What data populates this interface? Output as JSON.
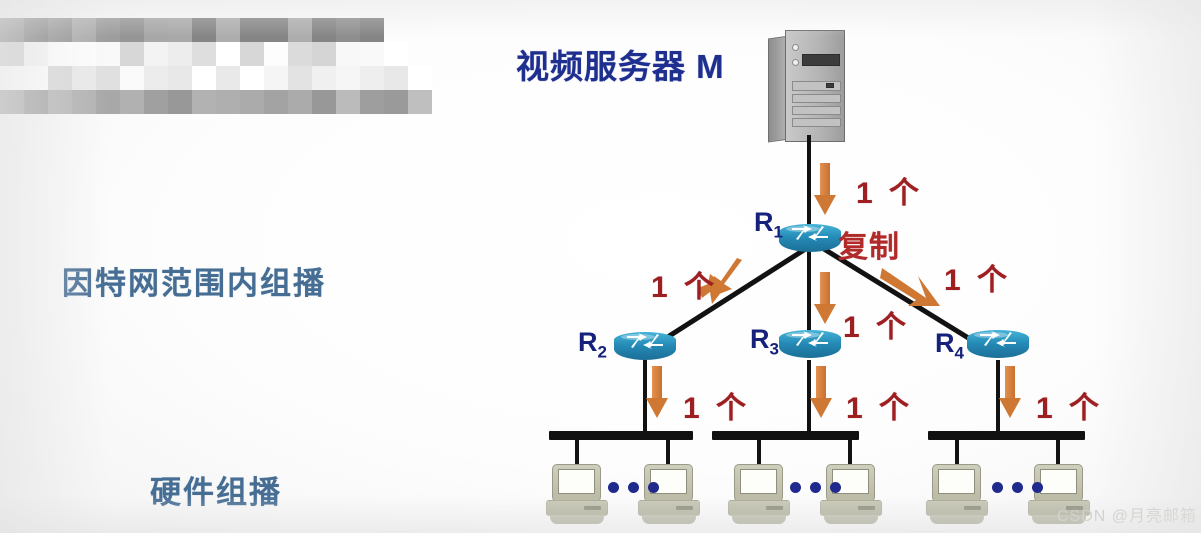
{
  "page": {
    "background_color": "#fdfdfd",
    "watermark": "CSDN @月亮邮箱"
  },
  "headings": {
    "video_server_title": "视频服务器 M",
    "internet_scope_label": "因特网范围内组播",
    "hardware_multicast_label": "硬件组播"
  },
  "colors": {
    "title_blue": "#1f2f8f",
    "side_label_blue": "#466d94",
    "router_label_blue": "#15217a",
    "annotation_red": "#9d1f22",
    "copy_label_red": "#b02a2a",
    "flow_arrow_orange": "#cf7833",
    "wire_black": "#121212",
    "router_blue": "#2a95c4",
    "pc_beige": "#c8c8b6",
    "dot_blue": "#1f2a8c",
    "watermark_gray": "#c9c9c2"
  },
  "nodes": {
    "server": {
      "name": "视频服务器 M",
      "icon": "server-tower-icon"
    },
    "routers": [
      {
        "id": "R1",
        "label": "R",
        "subscript": "1",
        "icon": "router-icon"
      },
      {
        "id": "R2",
        "label": "R",
        "subscript": "2",
        "icon": "router-icon"
      },
      {
        "id": "R3",
        "label": "R",
        "subscript": "3",
        "icon": "router-icon"
      },
      {
        "id": "R4",
        "label": "R",
        "subscript": "4",
        "icon": "router-icon"
      }
    ]
  },
  "annotations": {
    "copy": "复制",
    "counts": [
      {
        "id": "server-to-r1",
        "text": "1 个"
      },
      {
        "id": "r1-to-r2",
        "text": "1 个"
      },
      {
        "id": "r1-to-r3",
        "text": "1 个"
      },
      {
        "id": "r1-to-r4",
        "text": "1 个"
      },
      {
        "id": "r2-to-lan1",
        "text": "1 个"
      },
      {
        "id": "r3-to-lan2",
        "text": "1 个"
      },
      {
        "id": "r4-to-lan3",
        "text": "1 个"
      }
    ]
  },
  "lans": [
    {
      "id": "lan-1",
      "router": "R2",
      "hosts": [
        "host-icon",
        "host-icon"
      ],
      "ellipsis_dots": 3
    },
    {
      "id": "lan-2",
      "router": "R3",
      "hosts": [
        "host-icon",
        "host-icon"
      ],
      "ellipsis_dots": 3
    },
    {
      "id": "lan-3",
      "router": "R4",
      "hosts": [
        "host-icon",
        "host-icon"
      ],
      "ellipsis_dots": 3
    }
  ],
  "redacted_region": {
    "type": "pixelated-mosaic",
    "description": "blurred text block"
  }
}
